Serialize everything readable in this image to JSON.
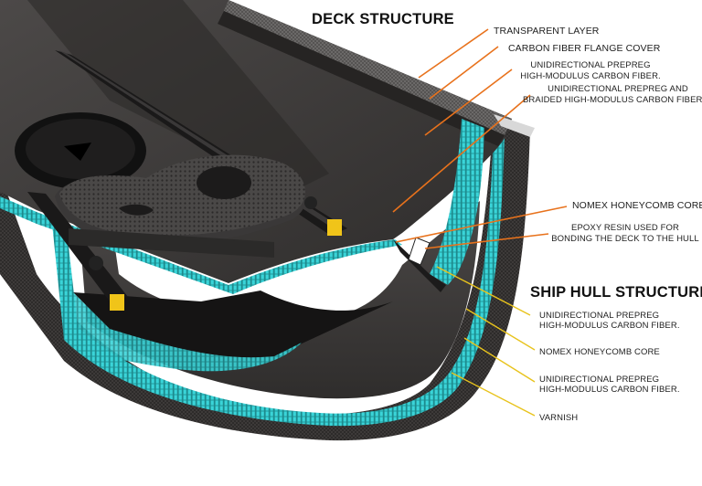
{
  "deck": {
    "title": "DECK STRUCTURE",
    "labels": [
      "TRANSPARENT LAYER",
      "CARBON FIBER FLANGE COVER",
      "UNIDIRECTIONAL PREPREG",
      "HIGH-MODULUS CARBON FIBER.",
      "UNIDIRECTIONAL PREPREG AND",
      "BRAIDED HIGH-MODULUS CARBON FIBER.",
      "NOMEX HONEYCOMB CORE",
      "EPOXY RESIN USED FOR",
      "BONDING THE DECK TO THE HULL"
    ],
    "arrow_color": "#e8721c"
  },
  "hull": {
    "title": "SHIP HULL STRUCTURE",
    "labels": [
      "UNIDIRECTIONAL PREPREG",
      "HIGH-MODULUS CARBON FIBER.",
      "NOMEX HONEYCOMB CORE",
      "UNIDIRECTIONAL PREPREG",
      "HIGH-MODULUS CARBON FIBER.",
      "VARNISH"
    ],
    "arrow_color": "#e8c31c"
  },
  "colors": {
    "honeycomb": "#2ec8cc",
    "carbon": "#3a3736"
  }
}
